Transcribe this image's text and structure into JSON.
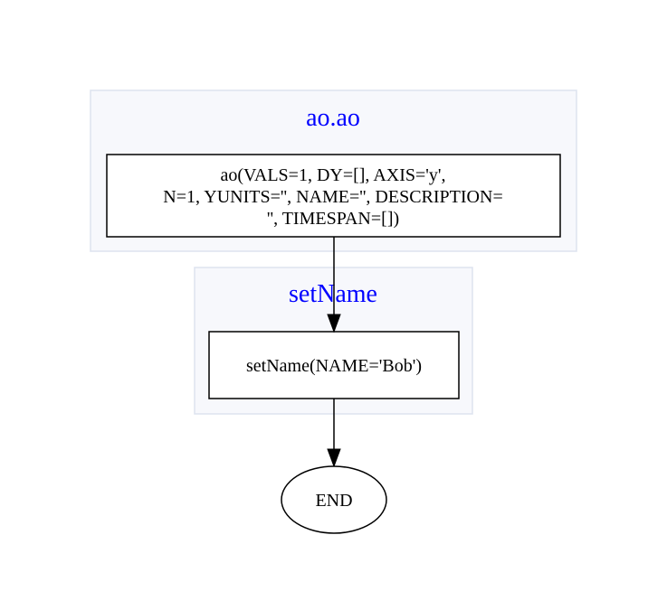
{
  "clusters": {
    "ao": {
      "title": "ao.ao",
      "node": {
        "lines": [
          "ao(VALS=1, DY=[], AXIS='y',",
          "N=1, YUNITS='', NAME='', DESCRIPTION=",
          "'', TIMESPAN=[])"
        ]
      }
    },
    "setname": {
      "title": "setName",
      "node": {
        "label": "setName(NAME='Bob')"
      }
    }
  },
  "end_node": {
    "label": "END"
  },
  "colors": {
    "cluster_fill": "#f7f8fc",
    "cluster_border": "#dde3ef",
    "cluster_title": "#0000ff",
    "node_border": "#000000",
    "edge": "#000000"
  }
}
